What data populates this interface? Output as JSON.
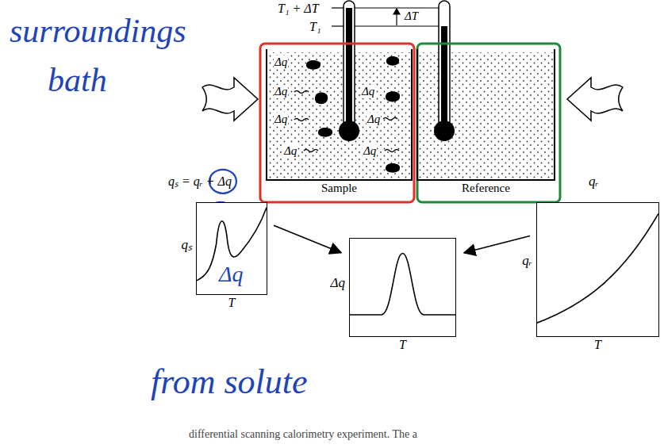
{
  "diagram": {
    "nodes": [
      {
        "text": [
          "Δq",
          "Δq",
          "Δq",
          "Δq",
          "Δq",
          "Δq",
          "Δq",
          "Sample"
        ]
      },
      {
        "text": [
          "Reference"
        ]
      },
      {
        "text": [
          "qₛ",
          "T"
        ]
      },
      {
        "text": [
          "Δq",
          "T"
        ]
      },
      {
        "text": [
          "qᵣ",
          "T"
        ]
      }
    ],
    "edges": [
      {
        "from": 2,
        "to": 3,
        "arrow": "to"
      },
      {
        "from": 4,
        "to": 3,
        "arrow": "to"
      }
    ],
    "labels": [
      "T₁ + ΔT",
      "T₁",
      "ΔT",
      "qₛ = qᵣ + Δq",
      "qᵣ",
      "surroundings",
      "bath",
      "Δq",
      "from solute",
      "differential scanning calorimetry experiment. The a"
    ]
  }
}
